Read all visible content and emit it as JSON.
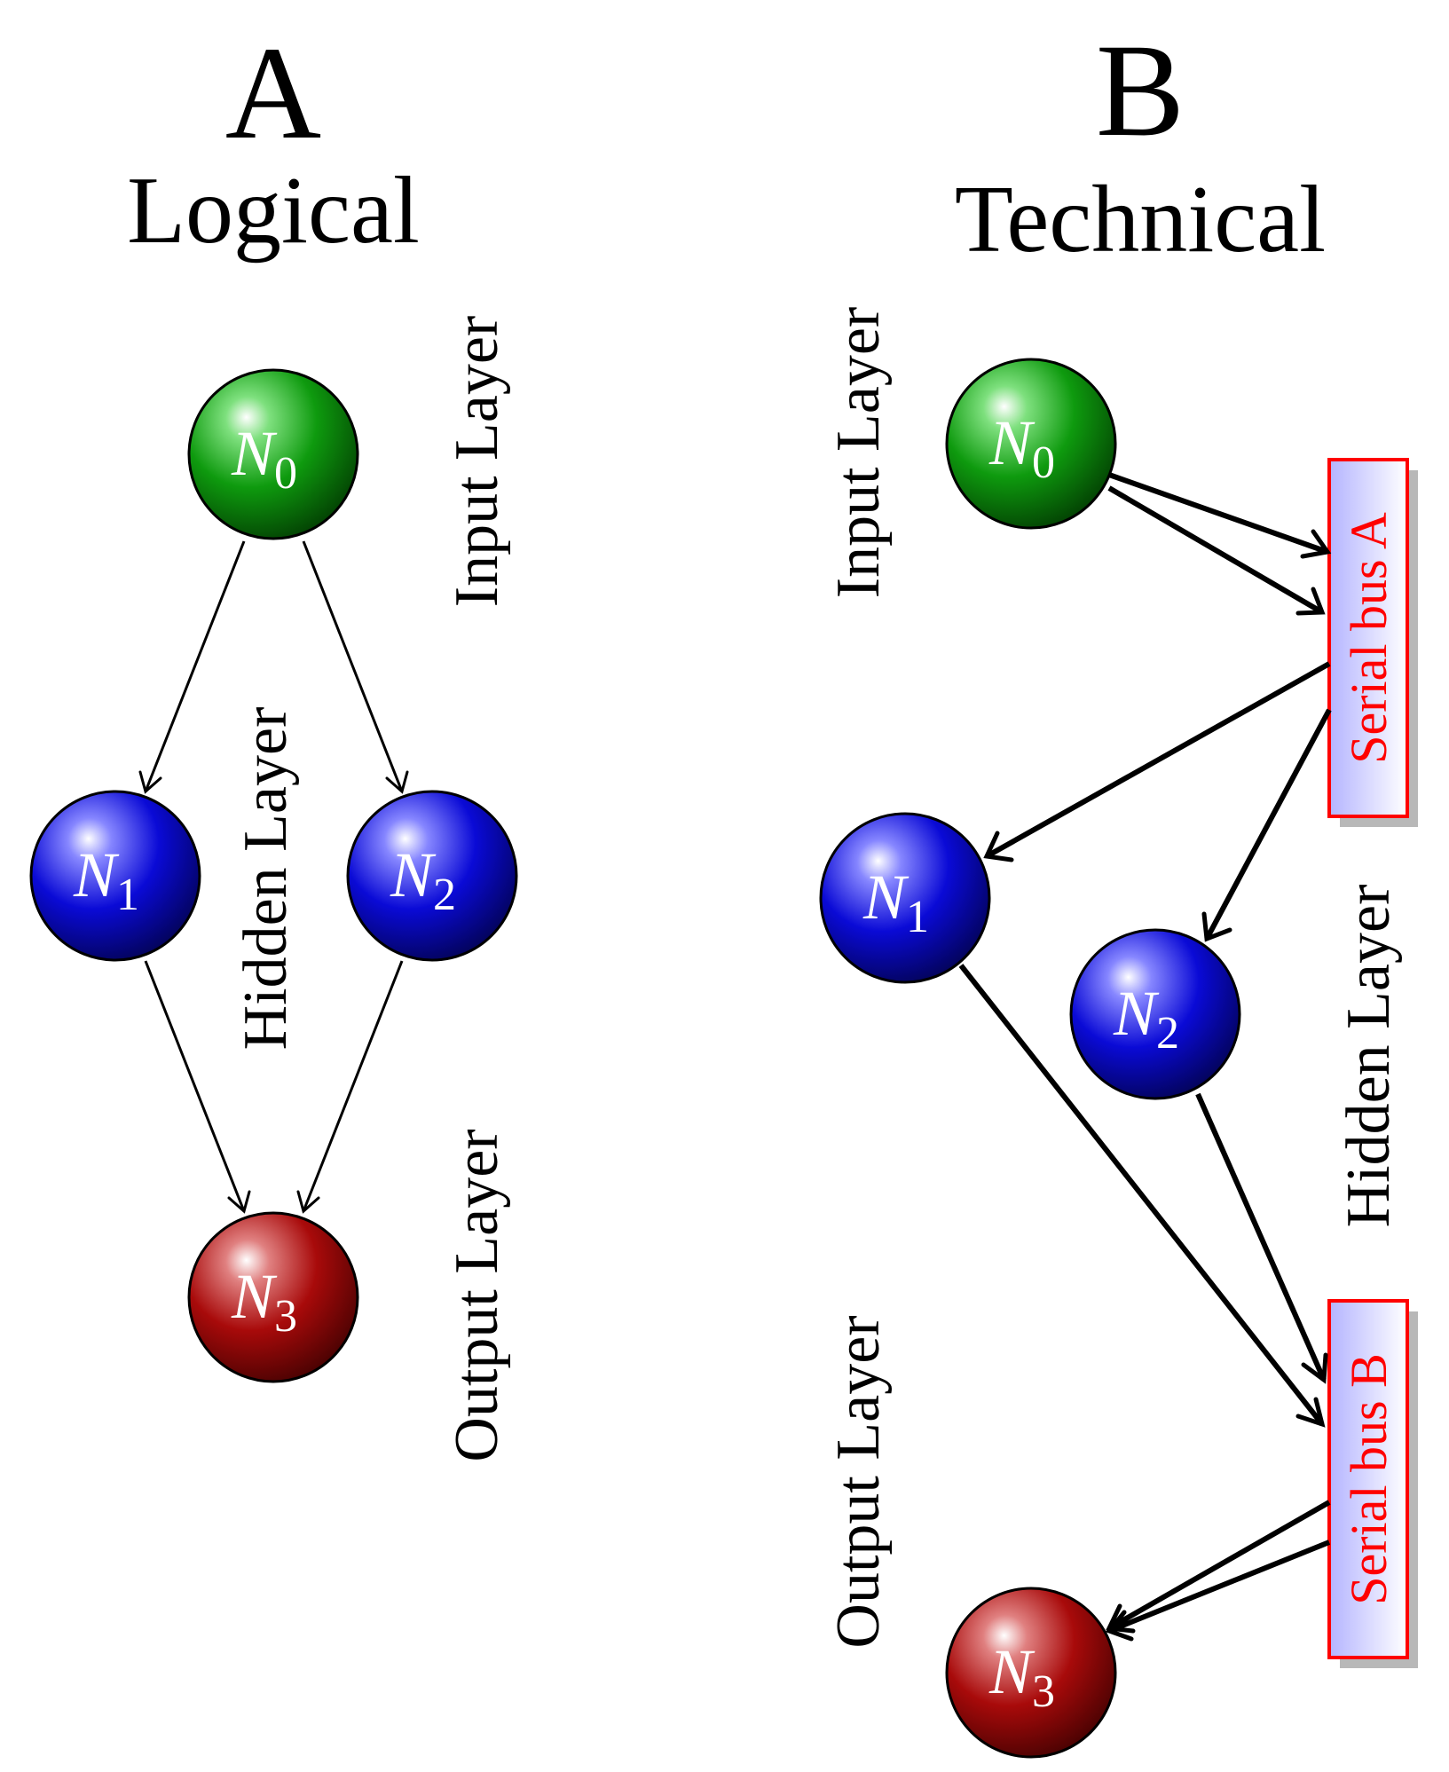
{
  "panel_a": {
    "letter": "A",
    "subtitle": "Logical",
    "labels": {
      "input_layer": "Input Layer",
      "hidden_layer": "Hidden Layer",
      "output_layer": "Output Layer"
    },
    "nodes": {
      "n0": {
        "symbol": "N",
        "subscript": "0"
      },
      "n1": {
        "symbol": "N",
        "subscript": "1"
      },
      "n2": {
        "symbol": "N",
        "subscript": "2"
      },
      "n3": {
        "symbol": "N",
        "subscript": "3"
      }
    }
  },
  "panel_b": {
    "letter": "B",
    "subtitle": "Technical",
    "labels": {
      "input_layer": "Input Layer",
      "hidden_layer": "Hidden Layer",
      "output_layer": "Output Layer"
    },
    "nodes": {
      "n0": {
        "symbol": "N",
        "subscript": "0"
      },
      "n1": {
        "symbol": "N",
        "subscript": "1"
      },
      "n2": {
        "symbol": "N",
        "subscript": "2"
      },
      "n3": {
        "symbol": "N",
        "subscript": "3"
      }
    },
    "buses": {
      "bus_a": "Serial bus A",
      "bus_b": "Serial bus B"
    }
  },
  "colors": {
    "input_node": "#0a8a0a",
    "hidden_node": "#0a0ad2",
    "output_node": "#a00000",
    "bus_text": "#ff0000",
    "bus_border": "#ff0000",
    "bus_fill_top": "#ffffff",
    "bus_fill_bottom": "#b4b4ff",
    "bus_shadow": "#b8b8b8"
  }
}
